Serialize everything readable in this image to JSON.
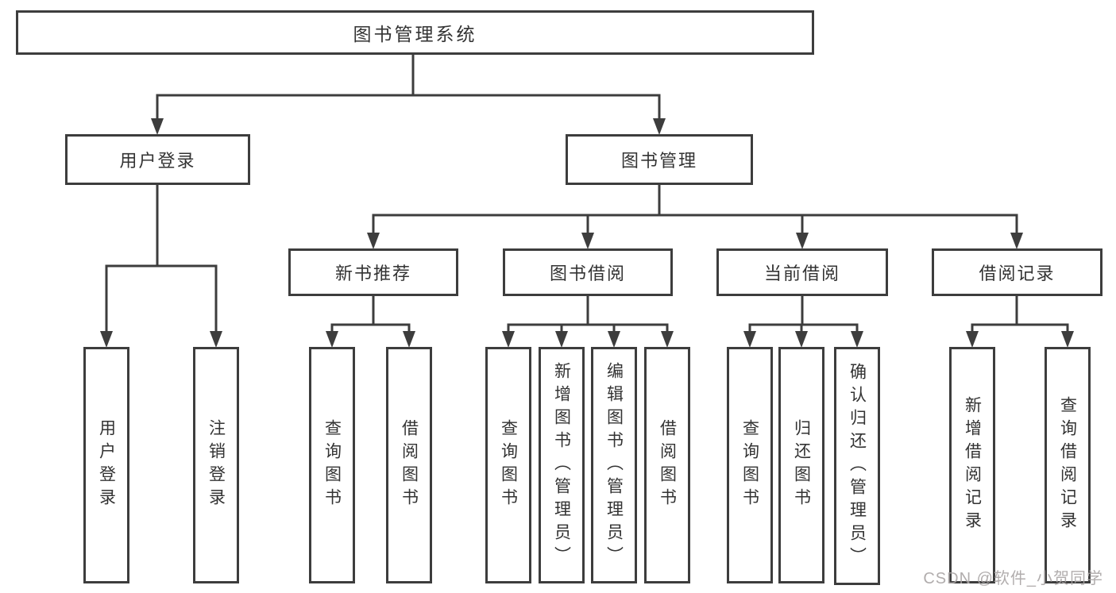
{
  "tree": {
    "label": "图书管理系统",
    "children": [
      {
        "label": "用户登录",
        "children": [
          {
            "label": "用户登录"
          },
          {
            "label": "注销登录"
          }
        ]
      },
      {
        "label": "图书管理",
        "children": [
          {
            "label": "新书推荐",
            "children": [
              {
                "label": "查询图书"
              },
              {
                "label": "借阅图书"
              }
            ]
          },
          {
            "label": "图书借阅",
            "children": [
              {
                "label": "查询图书"
              },
              {
                "label": "新增图书（管理员）"
              },
              {
                "label": "编辑图书（管理员）"
              },
              {
                "label": "借阅图书"
              }
            ]
          },
          {
            "label": "当前借阅",
            "children": [
              {
                "label": "查询图书"
              },
              {
                "label": "归还图书"
              },
              {
                "label": "确认归还（管理员）"
              }
            ]
          },
          {
            "label": "借阅记录",
            "children": [
              {
                "label": "新增借阅记录"
              },
              {
                "label": "查询借阅记录"
              }
            ]
          }
        ]
      }
    ]
  },
  "watermark": {
    "text": "CSDN @软件_小贺同学"
  },
  "colors": {
    "line": "#3d3d3d",
    "text": "#333333",
    "watermark": "#a8a4a4",
    "background": "#ffffff"
  }
}
